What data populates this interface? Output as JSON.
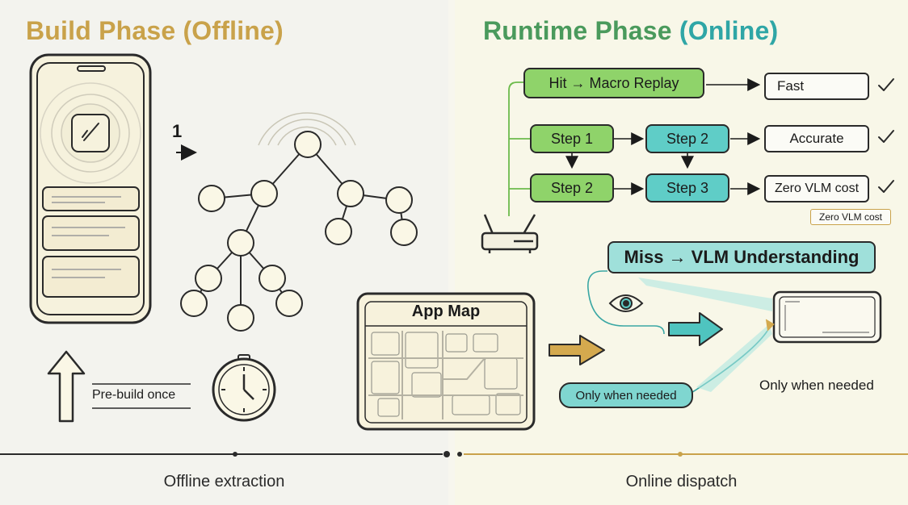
{
  "titles": {
    "build": "Build Phase (Offline)",
    "runtime_main": "Runtime Phase",
    "runtime_paren": "(Online)"
  },
  "build": {
    "step_number": "1",
    "prebuild_label": "Pre-build once",
    "app_map_title": "App Map"
  },
  "runtime": {
    "hit_label": "Hit → Macro Replay",
    "fast_label": "Fast",
    "step1": "Step 1",
    "step2_top": "Step 2",
    "step2_bottom": "Step 2",
    "step3": "Step 3",
    "accurate_label": "Accurate",
    "zero_cost_label": "Zero VLM cost",
    "zero_cost_small": "Zero VLM cost",
    "miss_label": "Miss → VLM Understanding",
    "only_when_needed_pill": "Only when needed",
    "only_when_needed_text": "Only when needed"
  },
  "footer": {
    "left": "Offline extraction",
    "right": "Online dispatch"
  },
  "colors": {
    "gold": "#c9a24a",
    "green": "#8fd36a",
    "teal": "#5fcdc7",
    "title_green": "#4a9a5c"
  }
}
